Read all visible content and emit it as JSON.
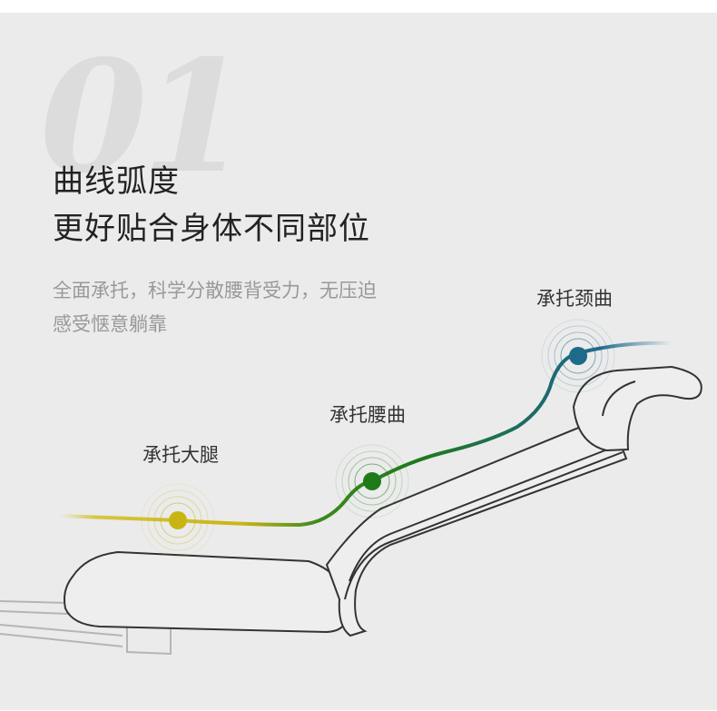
{
  "number": "01",
  "headline": {
    "line1": "曲线弧度",
    "line2": "更好贴合身体不同部位"
  },
  "description": {
    "line1": "全面承托，科学分散腰背受力，无压迫",
    "line2": "感受惬意躺靠"
  },
  "callouts": {
    "neck": "承托颈曲",
    "waist": "承托腰曲",
    "thigh": "承托大腿"
  },
  "colors": {
    "background": "#ebebeb",
    "thigh": "#c8b514",
    "waist": "#1f7a1a",
    "neck": "#1d6a8a"
  }
}
